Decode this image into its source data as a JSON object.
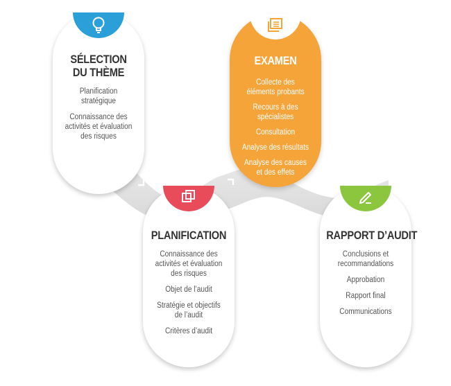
{
  "steps": [
    {
      "title": "SÉLECTION\nDU THÈME",
      "icon": "lightbulb-icon",
      "icon_color": "#2a9fd8",
      "items": [
        "Planification\nstratégique",
        "Connaissance des\nactivités et évaluation\ndes risques"
      ]
    },
    {
      "title": "PLANIFICATION",
      "icon": "copy-squares-icon",
      "icon_color": "#e84b5a",
      "items": [
        "Connaissance des\nactivités et évaluation\ndes risques",
        "Objet de l’audit",
        "Stratégie et objectifs\nde l’audit",
        "Critères d’audit"
      ]
    },
    {
      "title": "EXAMEN",
      "icon": "document-lines-icon",
      "icon_color": "#ffffff",
      "items": [
        "Collecte des\néléments probants",
        "Recours à des spécialistes",
        "Consultation",
        "Analyse des résultats",
        "Analyse des causes\net des effets"
      ]
    },
    {
      "title": "RAPPORT D’AUDIT",
      "icon": "pencil-edit-icon",
      "icon_color": "#8cc63f",
      "items": [
        "Conclusions et\nrecommandations",
        "Approbation",
        "Rapport final",
        "Communications"
      ]
    }
  ],
  "colors": {
    "connector": "#e6e6e6",
    "orange": "#f5a43a",
    "text": "#333333"
  }
}
